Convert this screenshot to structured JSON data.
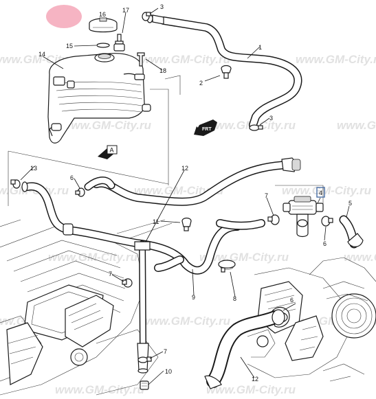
{
  "watermark": "www.GM-City.ru",
  "callouts": [
    {
      "id": "c1",
      "label": "1"
    },
    {
      "id": "c2",
      "label": "2"
    },
    {
      "id": "c3a",
      "label": "3"
    },
    {
      "id": "c3b",
      "label": "3"
    },
    {
      "id": "c4",
      "label": "4"
    },
    {
      "id": "c5",
      "label": "5"
    },
    {
      "id": "c6a",
      "label": "6"
    },
    {
      "id": "c6b",
      "label": "6"
    },
    {
      "id": "c6c",
      "label": "6"
    },
    {
      "id": "c7a",
      "label": "7"
    },
    {
      "id": "c7b",
      "label": "7"
    },
    {
      "id": "c7c",
      "label": "7"
    },
    {
      "id": "c8",
      "label": "8"
    },
    {
      "id": "c9",
      "label": "9"
    },
    {
      "id": "c10",
      "label": "10"
    },
    {
      "id": "c11",
      "label": "11"
    },
    {
      "id": "c12a",
      "label": "12"
    },
    {
      "id": "c12b",
      "label": "12"
    },
    {
      "id": "c13",
      "label": "13"
    },
    {
      "id": "c14",
      "label": "14"
    },
    {
      "id": "c15",
      "label": "15"
    },
    {
      "id": "c16",
      "label": "16"
    },
    {
      "id": "c17",
      "label": "17"
    },
    {
      "id": "c18",
      "label": "18"
    }
  ],
  "view_markers": [
    {
      "id": "fwd",
      "label": "FRT"
    },
    {
      "id": "view_a",
      "label": "A"
    }
  ],
  "colors": {
    "highlight_circle": "#f4a7b9",
    "selected_callout_border": "#4a6fa5",
    "line": "#1a1a1a"
  }
}
